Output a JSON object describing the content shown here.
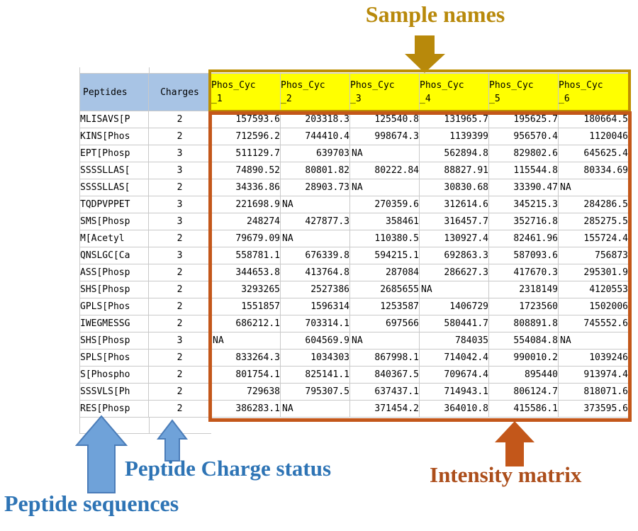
{
  "annotations": {
    "sample_names": {
      "label": "Sample names",
      "color": "#b8890b"
    },
    "peptide_charge_status": {
      "label": "Peptide Charge status",
      "color": "#2e74b5"
    },
    "peptide_sequences": {
      "label": "Peptide sequences",
      "color": "#2e74b5"
    },
    "intensity_matrix": {
      "label": "Intensity matrix",
      "color": "#ac4e1b"
    }
  },
  "table": {
    "peptides_header": "Peptides",
    "charges_header": "Charges",
    "na_text": "NA",
    "sample_columns": [
      {
        "name": "Phos_Cyc_1",
        "line1": "Phos_Cyc",
        "line2": "_1"
      },
      {
        "name": "Phos_Cyc_2",
        "line1": "Phos_Cyc",
        "line2": "_2"
      },
      {
        "name": "Phos_Cyc_3",
        "line1": "Phos_Cyc",
        "line2": "_3"
      },
      {
        "name": "Phos_Cyc_4",
        "line1": "Phos_Cyc",
        "line2": "_4"
      },
      {
        "name": "Phos_Cyc_5",
        "line1": "Phos_Cyc",
        "line2": "_5"
      },
      {
        "name": "Phos_Cyc_6",
        "line1": "Phos_Cyc",
        "line2": "_6"
      }
    ],
    "rows": [
      {
        "peptide": "MLISAVS[P",
        "charge": "2",
        "values": [
          "157593.6",
          "203318.3",
          "125540.8",
          "131965.7",
          "195625.7",
          "180664.5"
        ]
      },
      {
        "peptide": "KINS[Phos",
        "charge": "2",
        "values": [
          "712596.2",
          "744410.4",
          "998674.3",
          "1139399",
          "956570.4",
          "1120046"
        ]
      },
      {
        "peptide": "EPT[Phosp",
        "charge": "3",
        "values": [
          "511129.7",
          "639703",
          "NA",
          "562894.8",
          "829802.6",
          "645625.4"
        ]
      },
      {
        "peptide": "SSSSLLAS[",
        "charge": "3",
        "values": [
          "74890.52",
          "80801.82",
          "80222.84",
          "88827.91",
          "115544.8",
          "80334.69"
        ]
      },
      {
        "peptide": "SSSSLLAS[",
        "charge": "2",
        "values": [
          "34336.86",
          "28903.73",
          "NA",
          "30830.68",
          "33390.47",
          "NA"
        ]
      },
      {
        "peptide": "TQDPVPPET",
        "charge": "3",
        "values": [
          "221698.9",
          "NA",
          "270359.6",
          "312614.6",
          "345215.3",
          "284286.5"
        ]
      },
      {
        "peptide": "SMS[Phosp",
        "charge": "3",
        "values": [
          "248274",
          "427877.3",
          "358461",
          "316457.7",
          "352716.8",
          "285275.5"
        ]
      },
      {
        "peptide": "M[Acetyl",
        "charge": "2",
        "values": [
          "79679.09",
          "NA",
          "110380.5",
          "130927.4",
          "82461.96",
          "155724.4"
        ]
      },
      {
        "peptide": "QNSLGC[Ca",
        "charge": "3",
        "values": [
          "558781.1",
          "676339.8",
          "594215.1",
          "692863.3",
          "587093.6",
          "756873"
        ]
      },
      {
        "peptide": "ASS[Phosp",
        "charge": "2",
        "values": [
          "344653.8",
          "413764.8",
          "287084",
          "286627.3",
          "417670.3",
          "295301.9"
        ]
      },
      {
        "peptide": "SHS[Phosp",
        "charge": "2",
        "values": [
          "3293265",
          "2527386",
          "2685655",
          "NA",
          "2318149",
          "4120553"
        ]
      },
      {
        "peptide": "GPLS[Phos",
        "charge": "2",
        "values": [
          "1551857",
          "1596314",
          "1253587",
          "1406729",
          "1723560",
          "1502006"
        ]
      },
      {
        "peptide": "IWEGMESSG",
        "charge": "2",
        "values": [
          "686212.1",
          "703314.1",
          "697566",
          "580441.7",
          "808891.8",
          "745552.6"
        ]
      },
      {
        "peptide": "SHS[Phosp",
        "charge": "3",
        "values": [
          "NA",
          "604569.9",
          "NA",
          "784035",
          "554084.8",
          "NA"
        ]
      },
      {
        "peptide": "SPLS[Phos",
        "charge": "2",
        "values": [
          "833264.3",
          "1034303",
          "867998.1",
          "714042.4",
          "990010.2",
          "1039246"
        ]
      },
      {
        "peptide": "S[Phospho",
        "charge": "2",
        "values": [
          "801754.1",
          "825141.1",
          "840367.5",
          "709674.4",
          "895440",
          "913974.4"
        ]
      },
      {
        "peptide": "SSSVLS[Ph",
        "charge": "2",
        "values": [
          "729638",
          "795307.5",
          "637437.1",
          "714943.1",
          "806124.7",
          "818071.6"
        ]
      },
      {
        "peptide": "RES[Phosp",
        "charge": "2",
        "values": [
          "386283.1",
          "NA",
          "371454.2",
          "364010.8",
          "415586.1",
          "373595.6"
        ]
      }
    ],
    "colors": {
      "header_blue": "#a8c4e5",
      "header_yellow": "#ffff00",
      "gold_border": "#be8f00",
      "orange_border": "#c3571a",
      "gridline": "#c9c9c9",
      "blue_arrow_fill": "#6fa2d9",
      "blue_arrow_stroke": "#4a7cb8"
    }
  }
}
